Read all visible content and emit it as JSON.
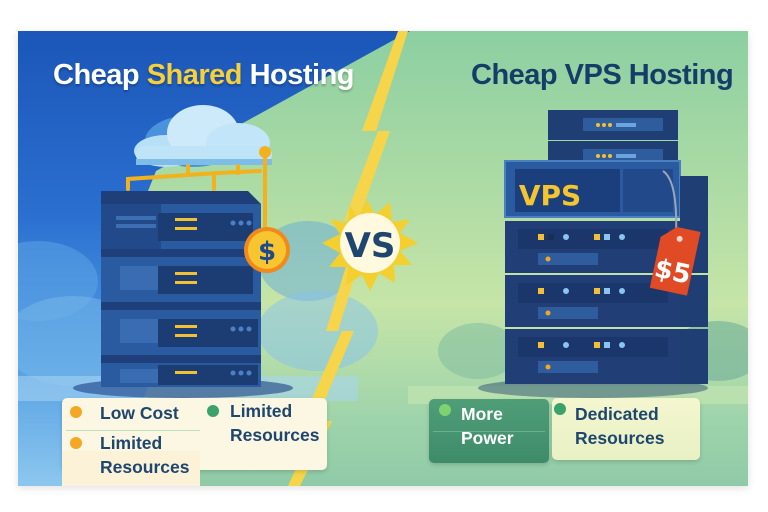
{
  "left": {
    "title_pre": "Cheap ",
    "title_highlight": "Shared",
    "title_post": " Hosting",
    "features": [
      {
        "label_line1": "Low Cost",
        "label_line2": "",
        "dot_color": "#f5a623"
      },
      {
        "label_line1": "Limited",
        "label_line2": "Resources",
        "dot_color": "#f5a623"
      },
      {
        "label_line1": "Limited",
        "label_line2": "Resources",
        "dot_color": "#3aa36a"
      }
    ],
    "price_icon": "$"
  },
  "right": {
    "title": "Cheap VPS Hosting",
    "server_label": "VPS",
    "price_tag": "$5",
    "features": [
      {
        "label_line1": "More",
        "label_line2": "Power",
        "dot_color": "#7fd36e"
      },
      {
        "label_line1": "Dedicated",
        "label_line2": "Resources",
        "dot_color": "#3aa36a"
      }
    ]
  },
  "center": {
    "vs_label": "VS"
  },
  "colors": {
    "left_bg": "#1b56b8",
    "right_bg": "#a9d9a4",
    "accent_yellow": "#f7cf3a",
    "dark_navy": "#143d68",
    "tag_red": "#e04a25"
  }
}
